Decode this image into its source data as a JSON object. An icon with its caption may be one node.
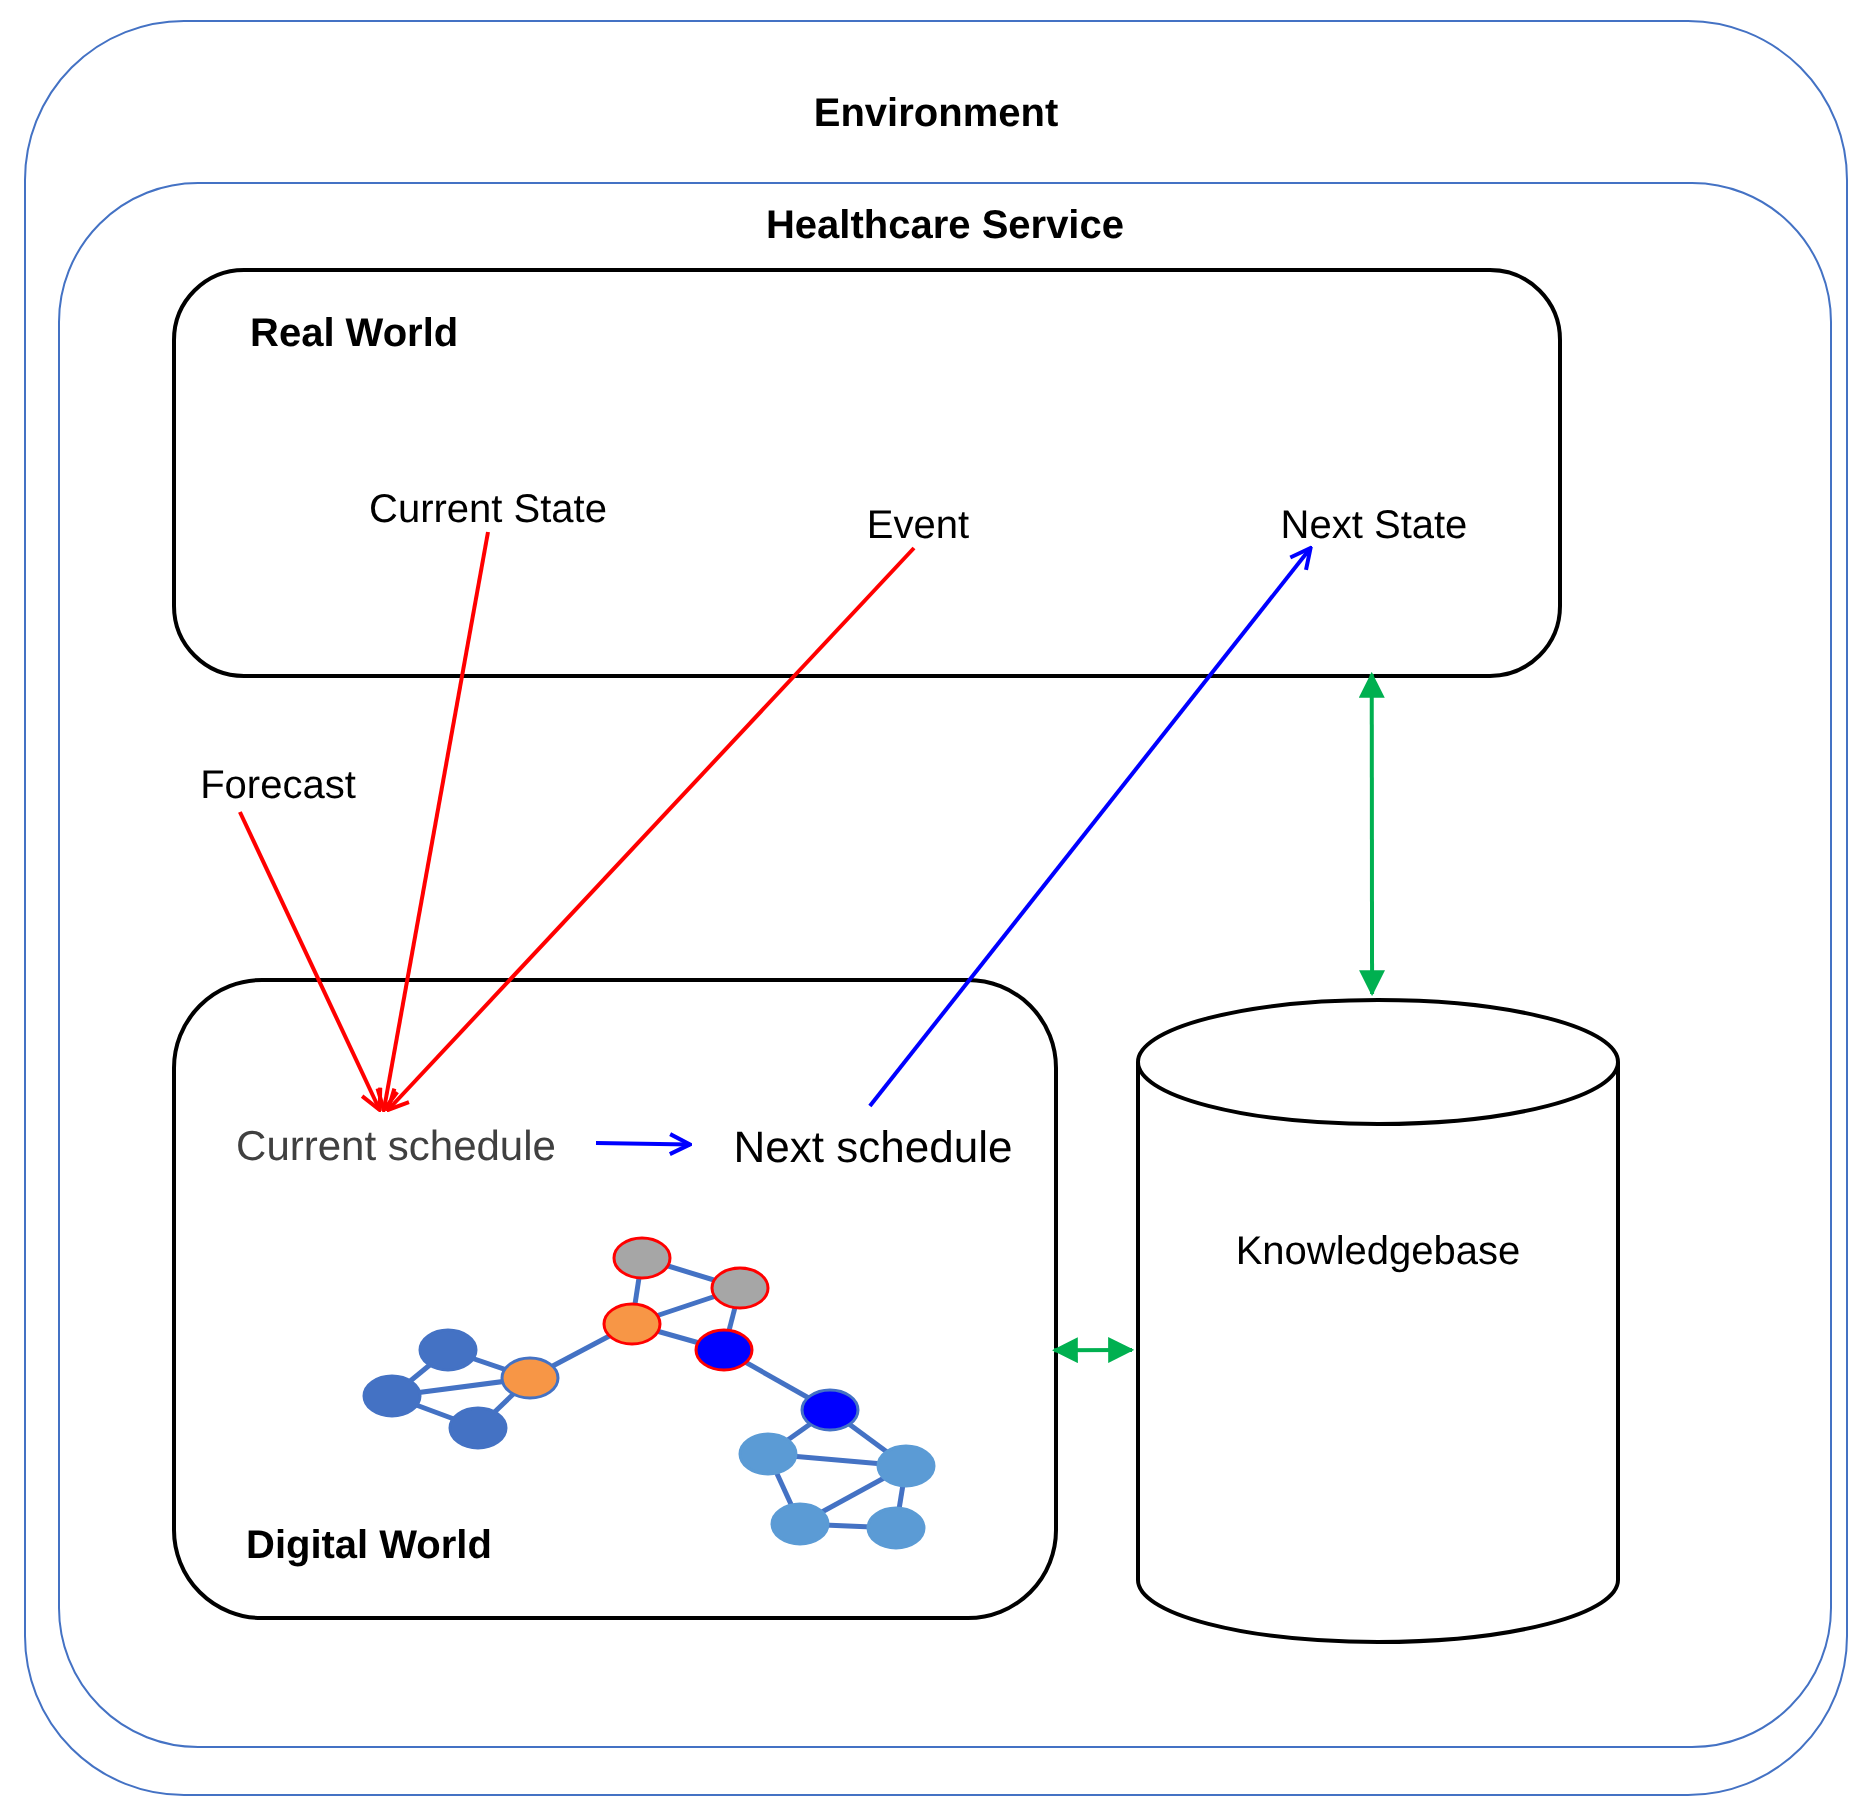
{
  "diagram": {
    "nodes": [
      {
        "text": [
          "Environment"
        ]
      },
      {
        "text": [
          "Healthcare Service"
        ],
        "in": 0
      },
      {
        "text": [
          "Real World"
        ],
        "in": 1
      },
      {
        "text": [
          "Current State"
        ],
        "in": 2
      },
      {
        "text": [
          "Event"
        ],
        "in": 2
      },
      {
        "text": [
          "Next State"
        ],
        "in": 2
      },
      {
        "text": [
          "Forecast"
        ],
        "in": 1
      },
      {
        "text": [
          "Digital World"
        ],
        "in": 1
      },
      {
        "text": [
          "Current schedule"
        ],
        "in": 7
      },
      {
        "text": [
          "Next schedule"
        ],
        "in": 7
      },
      {
        "text": [
          "Knowledgebase"
        ],
        "in": 1
      }
    ],
    "edges": [
      {
        "from": 6,
        "to": 8,
        "arrow": "to",
        "color": "#ff0000"
      },
      {
        "from": 3,
        "to": 8,
        "arrow": "to",
        "color": "#ff0000"
      },
      {
        "from": 4,
        "to": 8,
        "arrow": "to",
        "color": "#ff0000"
      },
      {
        "from": 8,
        "to": 9,
        "arrow": "to",
        "color": "#0000ff"
      },
      {
        "from": 9,
        "to": 5,
        "arrow": "to",
        "color": "#0000ff"
      },
      {
        "from": 2,
        "to": 10,
        "arrow": "both",
        "color": "#00b050"
      },
      {
        "from": 7,
        "to": 10,
        "arrow": "both",
        "color": "#00b050"
      }
    ]
  }
}
